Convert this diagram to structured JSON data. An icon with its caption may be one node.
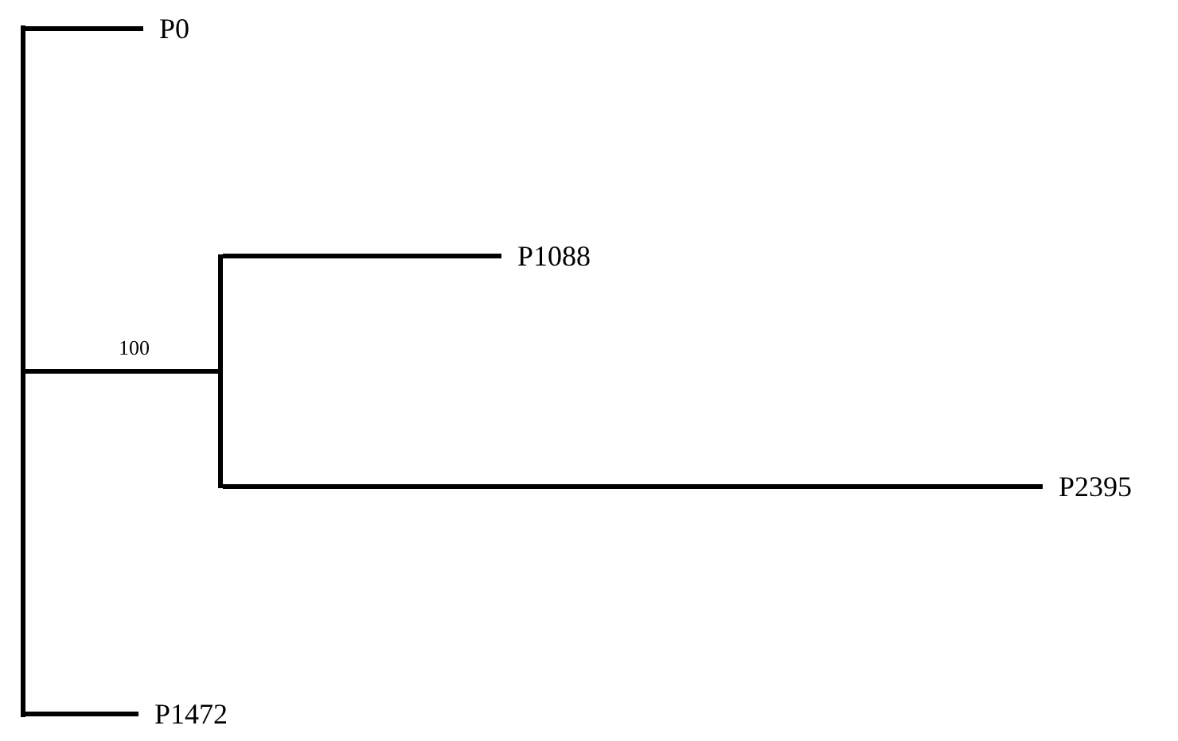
{
  "diagram": {
    "nodes": [
      {
        "text": [],
        "shape": "bar"
      },
      {
        "text": [
          "P0"
        ]
      },
      {
        "text": [],
        "shape": "bar"
      },
      {
        "text": [
          "P1088"
        ]
      },
      {
        "text": [
          "P2395"
        ]
      },
      {
        "text": [
          "P1472"
        ]
      }
    ],
    "edges": [
      {
        "from": 0,
        "to": 1,
        "arrow": "none"
      },
      {
        "from": 0,
        "to": 2,
        "arrow": "none",
        "label": "100"
      },
      {
        "from": 2,
        "to": 3,
        "arrow": "none"
      },
      {
        "from": 2,
        "to": 4,
        "arrow": "none"
      },
      {
        "from": 0,
        "to": 5,
        "arrow": "none"
      }
    ]
  }
}
